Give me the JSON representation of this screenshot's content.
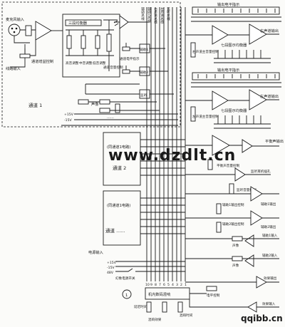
{
  "labels": {
    "mic_input": "麦克风输入",
    "line_input": "线路输入",
    "gain_ctrl": "通道增益控制",
    "eq3": "三段均衡器",
    "eq_high": "高音调整",
    "eq_mid": "中音调整",
    "eq_low": "低音调整",
    "ch_level": "通道音量控制",
    "ch_level_ind": "通道电平指示",
    "aux1": "辅助1",
    "aux2": "辅助2",
    "monitor": "监听",
    "pan": "声像",
    "channel1": "通道 1",
    "p15": "+15V",
    "m15": "-15V",
    "dots": "......",
    "same_ch2": "(同通道1电路)",
    "channel2": "通道 2",
    "same_ch_n": "(同通道1电路)",
    "channel_n": "通道 ......",
    "power_in": "电源输入",
    "v_p15": "+15V",
    "v_m15": "-15V",
    "v_48": "48V",
    "phantom": "幻象电源开关",
    "circle1": "1",
    "bus_nums": [
      "10",
      "9",
      "8",
      "7",
      "6",
      "5",
      "4",
      "3",
      "2",
      "1"
    ],
    "bus_titles": [
      "辅助总线",
      "辅助2总线",
      "右声道总线",
      "左声道总线",
      "监听总线"
    ],
    "out_level_ind_r": "输出电平指示",
    "out_level_ind_l": "输出电平指示",
    "r_master_vol": "右声道主音量控制",
    "l_master_vol": "左声道主音量控制",
    "r_out": "右声道输出",
    "l_out": "左声道输出",
    "eq7_r": "七段图示均衡器",
    "eq7_l": "七段图示均衡器",
    "mono_out": "平衡声输出",
    "mono_vol": "平衡声音量控制",
    "mon_phones": "监听耳机插孔",
    "mon_vol": "监听音量控制",
    "aux1_out_ctrl": "辅助1输出控制",
    "aux1_out": "辅助1输出",
    "aux2_out_ctrl": "辅助2输出控制",
    "aux2_out": "辅助2输出",
    "aux1_in": "辅助1输入",
    "aux2_in": "辅助2输入",
    "pan_r": "声像",
    "pan_l": "声像",
    "fx_out": "效果输出",
    "fx_in": "效果输入",
    "reverb": "机内数码混响",
    "delay_t": "延迟时间",
    "reverb_sel": "混响效果",
    "level_ctrl": "电平控制",
    "echo_time": "混响时间"
  },
  "watermarks": {
    "site": "www.dzdlt.cn",
    "corner": "qqibb.cn"
  }
}
